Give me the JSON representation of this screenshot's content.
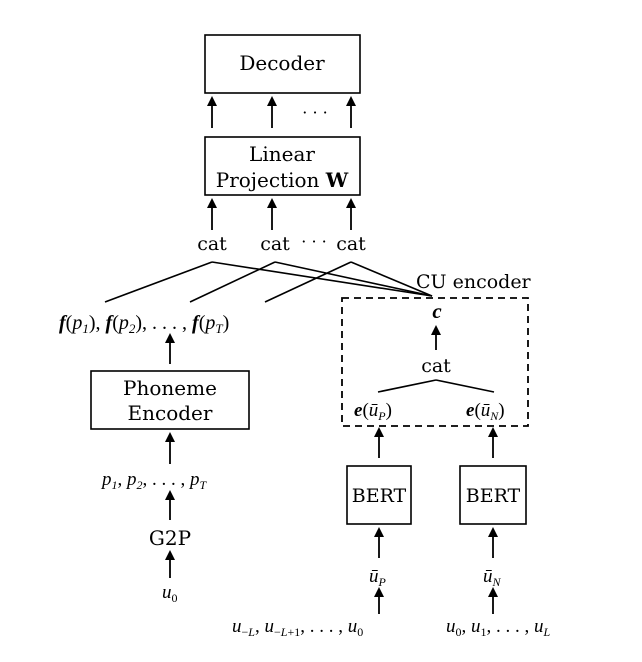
{
  "decoder": {
    "label": "Decoder"
  },
  "linear_projection": {
    "line1": "Linear",
    "line2": "Projection",
    "weight": "W"
  },
  "ellipsis": "· · ·",
  "cat_label": "cat",
  "phoneme_features": {
    "text": "f(p1), f(p2), . . . , f(pT)"
  },
  "cu_encoder": {
    "label": "CU encoder",
    "context_vector": "c",
    "cat": "cat",
    "e_pos": "e(ūP)",
    "e_neg": "e(ūN)"
  },
  "phoneme_encoder": {
    "line1": "Phoneme",
    "line2": "Encoder"
  },
  "phoneme_seq": "p1, p2, . . . , pT",
  "g2p": "G2P",
  "u0": "u0",
  "bert_left": "BERT",
  "bert_right": "BERT",
  "u_bar_p": "ūP",
  "u_bar_n": "ūN",
  "context_left": "u−L, u−L+1, . . . , u0",
  "context_right": "u0, u1, . . . , uL"
}
